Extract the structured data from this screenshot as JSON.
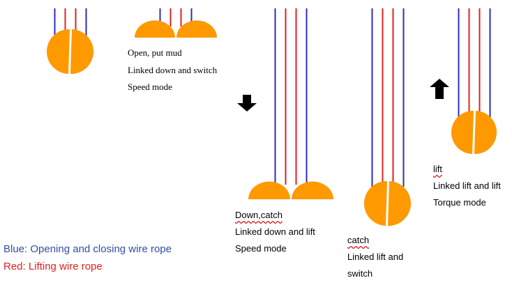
{
  "colors": {
    "grab_fill": "#FF9900",
    "opening_rope": "#2E2EB8",
    "lifting_rope": "#E02020",
    "arrow": "#000000",
    "legend_blue_text": "#2F4FA0",
    "legend_red_text": "#E02020"
  },
  "stages": [
    {
      "id": "stage-1",
      "state": "closed",
      "labels": []
    },
    {
      "id": "stage-2",
      "state": "open",
      "labels": [
        "Open, put mud",
        "Linked down and switch",
        "Speed mode"
      ]
    },
    {
      "id": "stage-3",
      "state": "open",
      "arrow": "down",
      "labels": [
        "Down,catch",
        "Linked down and lift",
        "Speed mode"
      ]
    },
    {
      "id": "stage-4",
      "state": "closed",
      "labels": [
        "catch",
        "Linked lift and",
        "switch"
      ]
    },
    {
      "id": "stage-5",
      "state": "closed",
      "arrow": "up",
      "labels": [
        "lift",
        "Linked lift and lift",
        "Torque mode"
      ]
    }
  ],
  "legend": {
    "blue": "Blue: Opening and closing wire rope",
    "red": "Red: Lifting wire rope"
  }
}
